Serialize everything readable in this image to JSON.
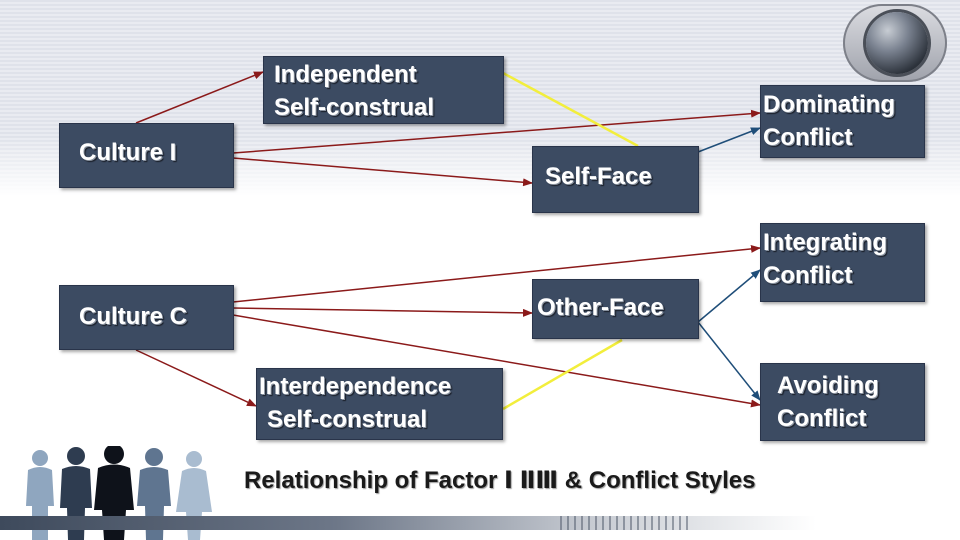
{
  "slide": {
    "boxes": {
      "culture_i": "Culture I",
      "culture_c": "Culture C",
      "independent": [
        "Independent",
        "Self-construal"
      ],
      "interdependence": [
        "Interdependence",
        "Self-construal"
      ],
      "self_face": "Self-Face",
      "other_face": "Other-Face",
      "dominating": [
        "Dominating",
        "Conflict"
      ],
      "integrating": [
        "Integrating",
        "Conflict"
      ],
      "avoiding": [
        "Avoiding",
        "Conflict"
      ]
    },
    "footer_title": "Relationship of Factor Ⅰ ⅡⅢ & Conflict Styles"
  },
  "colors": {
    "box_fill": "#3c4b62",
    "box_text": "#ffffff",
    "culture_arrow": "#8b1a1a",
    "face_arrow": "#1f4e79",
    "yellow_link": "#f2ee3c"
  }
}
